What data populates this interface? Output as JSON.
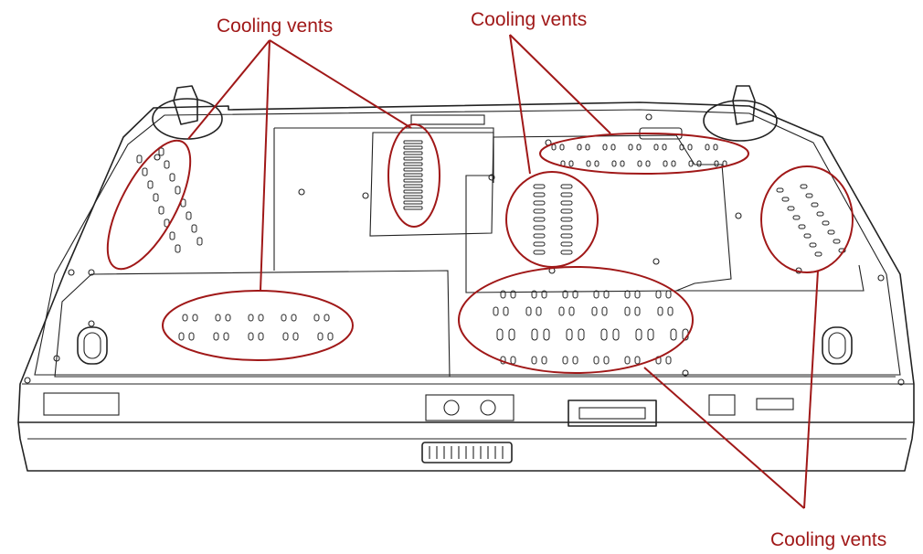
{
  "labels": {
    "top_left": "Cooling vents",
    "top_center": "Cooling vents",
    "bottom_right": "Cooling vents"
  },
  "colors": {
    "callout": "#a01818",
    "outline": "#222222",
    "background": "#ffffff"
  }
}
